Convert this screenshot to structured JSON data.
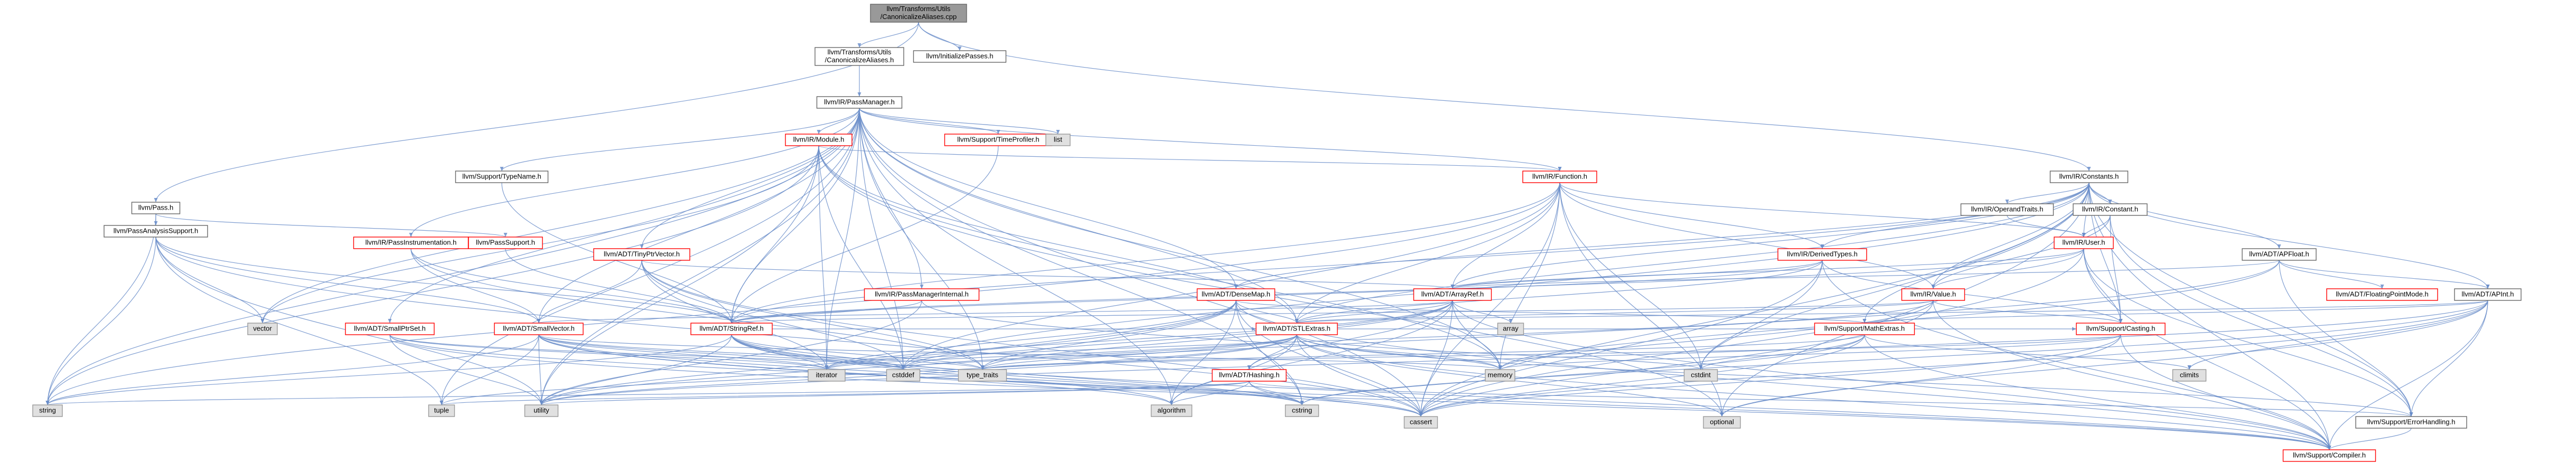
{
  "colors": {
    "root_fill": "#999999",
    "normal_fill": "#ffffff",
    "normal_stroke": "#666666",
    "red_stroke": "#ff0000",
    "gray_fill": "#e0e0e0",
    "gray_stroke": "#999999",
    "edge": "#6a8dc9"
  },
  "nodes": [
    {
      "id": "root",
      "lines": [
        "llvm/Transforms/Utils",
        "/CanonicalizeAliases.cpp"
      ],
      "style": "root"
    },
    {
      "id": "canonh",
      "lines": [
        "llvm/Transforms/Utils",
        "/CanonicalizeAliases.h"
      ],
      "style": "normal"
    },
    {
      "id": "initpasses",
      "lines": [
        "llvm/InitializePasses.h"
      ],
      "style": "normal"
    },
    {
      "id": "passmanager",
      "lines": [
        "llvm/IR/PassManager.h"
      ],
      "style": "normal"
    },
    {
      "id": "pass",
      "lines": [
        "llvm/Pass.h"
      ],
      "style": "normal"
    },
    {
      "id": "passanalysis",
      "lines": [
        "llvm/PassAnalysisSupport.h"
      ],
      "style": "normal"
    },
    {
      "id": "passsupport",
      "lines": [
        "llvm/PassSupport.h"
      ],
      "style": "red"
    },
    {
      "id": "passinstr",
      "lines": [
        "llvm/IR/PassInstrumentation.h"
      ],
      "style": "red"
    },
    {
      "id": "module",
      "lines": [
        "llvm/IR/Module.h"
      ],
      "style": "red"
    },
    {
      "id": "timeprofiler",
      "lines": [
        "llvm/Support/TimeProfiler.h"
      ],
      "style": "red"
    },
    {
      "id": "list",
      "lines": [
        "list"
      ],
      "style": "gray"
    },
    {
      "id": "function",
      "lines": [
        "llvm/IR/Function.h"
      ],
      "style": "red"
    },
    {
      "id": "typename",
      "lines": [
        "llvm/Support/TypeName.h"
      ],
      "style": "normal"
    },
    {
      "id": "tinyptrvector",
      "lines": [
        "llvm/ADT/TinyPtrVector.h"
      ],
      "style": "red"
    },
    {
      "id": "pminternal",
      "lines": [
        "llvm/IR/PassManagerInternal.h"
      ],
      "style": "red"
    },
    {
      "id": "densemap",
      "lines": [
        "llvm/ADT/DenseMap.h"
      ],
      "style": "red"
    },
    {
      "id": "smallptrset",
      "lines": [
        "llvm/ADT/SmallPtrSet.h"
      ],
      "style": "red"
    },
    {
      "id": "smallvector",
      "lines": [
        "llvm/ADT/SmallVector.h"
      ],
      "style": "red"
    },
    {
      "id": "stringref",
      "lines": [
        "llvm/ADT/StringRef.h"
      ],
      "style": "red"
    },
    {
      "id": "arrayref",
      "lines": [
        "llvm/ADT/ArrayRef.h"
      ],
      "style": "red"
    },
    {
      "id": "stlextras",
      "lines": [
        "llvm/ADT/STLExtras.h"
      ],
      "style": "red"
    },
    {
      "id": "hashing",
      "lines": [
        "llvm/ADT/Hashing.h"
      ],
      "style": "red"
    },
    {
      "id": "constants",
      "lines": [
        "llvm/IR/Constants.h"
      ],
      "style": "normal"
    },
    {
      "id": "operandtraits",
      "lines": [
        "llvm/IR/OperandTraits.h"
      ],
      "style": "normal"
    },
    {
      "id": "constant",
      "lines": [
        "llvm/IR/Constant.h"
      ],
      "style": "normal"
    },
    {
      "id": "user",
      "lines": [
        "llvm/IR/User.h"
      ],
      "style": "red"
    },
    {
      "id": "derivedtypes",
      "lines": [
        "llvm/IR/DerivedTypes.h"
      ],
      "style": "red"
    },
    {
      "id": "value",
      "lines": [
        "llvm/IR/Value.h"
      ],
      "style": "red"
    },
    {
      "id": "casting",
      "lines": [
        "llvm/Support/Casting.h"
      ],
      "style": "red"
    },
    {
      "id": "mathextras",
      "lines": [
        "llvm/Support/MathExtras.h"
      ],
      "style": "red"
    },
    {
      "id": "apfloat",
      "lines": [
        "llvm/ADT/APFloat.h"
      ],
      "style": "normal"
    },
    {
      "id": "fpmode",
      "lines": [
        "llvm/ADT/FloatingPointMode.h"
      ],
      "style": "red"
    },
    {
      "id": "apint",
      "lines": [
        "llvm/ADT/APInt.h"
      ],
      "style": "normal"
    },
    {
      "id": "errorhandling",
      "lines": [
        "llvm/Support/ErrorHandling.h"
      ],
      "style": "normal"
    },
    {
      "id": "compiler",
      "lines": [
        "llvm/Support/Compiler.h"
      ],
      "style": "red"
    },
    {
      "id": "vector",
      "lines": [
        "vector"
      ],
      "style": "gray"
    },
    {
      "id": "string",
      "lines": [
        "string"
      ],
      "style": "gray"
    },
    {
      "id": "tuple",
      "lines": [
        "tuple"
      ],
      "style": "gray"
    },
    {
      "id": "utility",
      "lines": [
        "utility"
      ],
      "style": "gray"
    },
    {
      "id": "iterator",
      "lines": [
        "iterator"
      ],
      "style": "gray"
    },
    {
      "id": "cstddef",
      "lines": [
        "cstddef"
      ],
      "style": "gray"
    },
    {
      "id": "typetraits",
      "lines": [
        "type_traits"
      ],
      "style": "gray"
    },
    {
      "id": "algorithm",
      "lines": [
        "algorithm"
      ],
      "style": "gray"
    },
    {
      "id": "cstring",
      "lines": [
        "cstring"
      ],
      "style": "gray"
    },
    {
      "id": "cassert",
      "lines": [
        "cassert"
      ],
      "style": "gray"
    },
    {
      "id": "memory",
      "lines": [
        "memory"
      ],
      "style": "gray"
    },
    {
      "id": "array",
      "lines": [
        "array"
      ],
      "style": "gray"
    },
    {
      "id": "cstdint",
      "lines": [
        "cstdint"
      ],
      "style": "gray"
    },
    {
      "id": "climits",
      "lines": [
        "climits"
      ],
      "style": "gray"
    },
    {
      "id": "optional",
      "lines": [
        "optional"
      ],
      "style": "gray"
    }
  ],
  "edges": [
    [
      "root",
      "canonh"
    ],
    [
      "root",
      "initpasses"
    ],
    [
      "root",
      "pass"
    ],
    [
      "root",
      "constants"
    ],
    [
      "canonh",
      "passmanager"
    ],
    [
      "passmanager",
      "module"
    ],
    [
      "passmanager",
      "timeprofiler"
    ],
    [
      "passmanager",
      "list"
    ],
    [
      "passmanager",
      "function"
    ],
    [
      "passmanager",
      "typename"
    ],
    [
      "passmanager",
      "tinyptrvector"
    ],
    [
      "passmanager",
      "pminternal"
    ],
    [
      "passmanager",
      "densemap"
    ],
    [
      "passmanager",
      "smallptrset"
    ],
    [
      "passmanager",
      "smallvector"
    ],
    [
      "passmanager",
      "stringref"
    ],
    [
      "passmanager",
      "stlextras"
    ],
    [
      "passmanager",
      "passinstr"
    ],
    [
      "passmanager",
      "vector"
    ],
    [
      "passmanager",
      "tuple"
    ],
    [
      "passmanager",
      "utility"
    ],
    [
      "passmanager",
      "cassert"
    ],
    [
      "passmanager",
      "memory"
    ],
    [
      "passmanager",
      "string"
    ],
    [
      "passmanager",
      "iterator"
    ],
    [
      "passmanager",
      "cstring"
    ],
    [
      "passmanager",
      "typetraits"
    ],
    [
      "passmanager",
      "cstddef"
    ],
    [
      "passmanager",
      "algorithm"
    ],
    [
      "pass",
      "passanalysis"
    ],
    [
      "pass",
      "passsupport"
    ],
    [
      "pass",
      "string"
    ],
    [
      "passanalysis",
      "vector"
    ],
    [
      "passanalysis",
      "smallvector"
    ],
    [
      "passanalysis",
      "stringref"
    ],
    [
      "passanalysis",
      "cassert"
    ],
    [
      "passanalysis",
      "tuple"
    ],
    [
      "passanalysis",
      "utility"
    ],
    [
      "passanalysis",
      "string"
    ],
    [
      "passsupport",
      "stringref"
    ],
    [
      "passinstr",
      "smallvector"
    ],
    [
      "passinstr",
      "stringref"
    ],
    [
      "passinstr",
      "typetraits"
    ],
    [
      "module",
      "function"
    ],
    [
      "module",
      "stringref"
    ],
    [
      "module",
      "stlextras"
    ],
    [
      "module",
      "vector"
    ],
    [
      "module",
      "string"
    ],
    [
      "module",
      "cstddef"
    ],
    [
      "module",
      "iterator"
    ],
    [
      "module",
      "memory"
    ],
    [
      "module",
      "optional"
    ],
    [
      "module",
      "utility"
    ],
    [
      "timeprofiler",
      "stringref"
    ],
    [
      "function",
      "derivedtypes"
    ],
    [
      "function",
      "value"
    ],
    [
      "function",
      "user"
    ],
    [
      "function",
      "stringref"
    ],
    [
      "function",
      "stlextras"
    ],
    [
      "function",
      "cassert"
    ],
    [
      "function",
      "cstddef"
    ],
    [
      "function",
      "cstdint"
    ],
    [
      "function",
      "memory"
    ],
    [
      "function",
      "string"
    ],
    [
      "function",
      "optional"
    ],
    [
      "function",
      "arrayref"
    ],
    [
      "typename",
      "stringref"
    ],
    [
      "tinyptrvector",
      "arrayref"
    ],
    [
      "tinyptrvector",
      "smallvector"
    ],
    [
      "tinyptrvector",
      "cassert"
    ],
    [
      "tinyptrvector",
      "cstddef"
    ],
    [
      "tinyptrvector",
      "iterator"
    ],
    [
      "tinyptrvector",
      "typetraits"
    ],
    [
      "pminternal",
      "stringref"
    ],
    [
      "pminternal",
      "memory"
    ],
    [
      "pminternal",
      "utility"
    ],
    [
      "densemap",
      "stlextras"
    ],
    [
      "densemap",
      "algorithm"
    ],
    [
      "densemap",
      "cassert"
    ],
    [
      "densemap",
      "cstddef"
    ],
    [
      "densemap",
      "cstring"
    ],
    [
      "densemap",
      "iterator"
    ],
    [
      "densemap",
      "typetraits"
    ],
    [
      "densemap",
      "utility"
    ],
    [
      "densemap",
      "compiler"
    ],
    [
      "densemap",
      "mathextras"
    ],
    [
      "smallptrset",
      "compiler"
    ],
    [
      "smallptrset",
      "cstddef"
    ],
    [
      "smallptrset",
      "cstring"
    ],
    [
      "smallptrset",
      "iterator"
    ],
    [
      "smallptrset",
      "utility"
    ],
    [
      "smallvector",
      "compiler"
    ],
    [
      "smallvector",
      "algorithm"
    ],
    [
      "smallvector",
      "cassert"
    ],
    [
      "smallvector",
      "cstddef"
    ],
    [
      "smallvector",
      "cstring"
    ],
    [
      "smallvector",
      "iterator"
    ],
    [
      "smallvector",
      "memory"
    ],
    [
      "smallvector",
      "string"
    ],
    [
      "smallvector",
      "tuple"
    ],
    [
      "smallvector",
      "typetraits"
    ],
    [
      "smallvector",
      "utility"
    ],
    [
      "stringref",
      "stlextras"
    ],
    [
      "stringref",
      "compiler"
    ],
    [
      "stringref",
      "algorithm"
    ],
    [
      "stringref",
      "cassert"
    ],
    [
      "stringref",
      "cstddef"
    ],
    [
      "stringref",
      "cstring"
    ],
    [
      "stringref",
      "iterator"
    ],
    [
      "stringref",
      "string"
    ],
    [
      "stringref",
      "typetraits"
    ],
    [
      "stringref",
      "utility"
    ],
    [
      "arrayref",
      "hashing"
    ],
    [
      "arrayref",
      "smallvector"
    ],
    [
      "arrayref",
      "stlextras"
    ],
    [
      "arrayref",
      "compiler"
    ],
    [
      "arrayref",
      "algorithm"
    ],
    [
      "arrayref",
      "array"
    ],
    [
      "arrayref",
      "cassert"
    ],
    [
      "arrayref",
      "cstddef"
    ],
    [
      "arrayref",
      "iterator"
    ],
    [
      "arrayref",
      "memory"
    ],
    [
      "arrayref",
      "typetraits"
    ],
    [
      "stlextras",
      "hashing"
    ],
    [
      "stlextras",
      "algorithm"
    ],
    [
      "stlextras",
      "cassert"
    ],
    [
      "stlextras",
      "cstddef"
    ],
    [
      "stlextras",
      "cstdint"
    ],
    [
      "stlextras",
      "iterator"
    ],
    [
      "stlextras",
      "memory"
    ],
    [
      "stlextras",
      "optional"
    ],
    [
      "stlextras",
      "tuple"
    ],
    [
      "stlextras",
      "typetraits"
    ],
    [
      "stlextras",
      "utility"
    ],
    [
      "stlextras",
      "errorhandling"
    ],
    [
      "stlextras",
      "casting"
    ],
    [
      "stlextras",
      "compiler"
    ],
    [
      "hashing",
      "errorhandling"
    ],
    [
      "hashing",
      "algorithm"
    ],
    [
      "hashing",
      "cassert"
    ],
    [
      "hashing",
      "cstring"
    ],
    [
      "hashing",
      "string"
    ],
    [
      "hashing",
      "tuple"
    ],
    [
      "hashing",
      "utility"
    ],
    [
      "constants",
      "operandtraits"
    ],
    [
      "constants",
      "constant"
    ],
    [
      "constants",
      "user"
    ],
    [
      "constants",
      "derivedtypes"
    ],
    [
      "constants",
      "value"
    ],
    [
      "constants",
      "casting"
    ],
    [
      "constants",
      "compiler"
    ],
    [
      "constants",
      "errorhandling"
    ],
    [
      "constants",
      "apfloat"
    ],
    [
      "constants",
      "apint"
    ],
    [
      "constants",
      "arrayref"
    ],
    [
      "constants",
      "stlextras"
    ],
    [
      "constants",
      "stringref"
    ],
    [
      "constants",
      "cassert"
    ],
    [
      "constants",
      "cstddef"
    ],
    [
      "constants",
      "cstdint"
    ],
    [
      "constants",
      "optional"
    ],
    [
      "constants",
      "densemap"
    ],
    [
      "constants",
      "mathextras"
    ],
    [
      "operandtraits",
      "user"
    ],
    [
      "constant",
      "user"
    ],
    [
      "constant",
      "value"
    ],
    [
      "constant",
      "casting"
    ],
    [
      "constant",
      "errorhandling"
    ],
    [
      "user",
      "value"
    ],
    [
      "user",
      "casting"
    ],
    [
      "user",
      "compiler"
    ],
    [
      "user",
      "errorhandling"
    ],
    [
      "user",
      "cassert"
    ],
    [
      "user",
      "stringref"
    ],
    [
      "user",
      "arrayref"
    ],
    [
      "derivedtypes",
      "arrayref"
    ],
    [
      "derivedtypes",
      "stlextras"
    ],
    [
      "derivedtypes",
      "stringref"
    ],
    [
      "derivedtypes",
      "casting"
    ],
    [
      "derivedtypes",
      "compiler"
    ],
    [
      "derivedtypes",
      "cassert"
    ],
    [
      "derivedtypes",
      "cstdint"
    ],
    [
      "value",
      "stringref"
    ],
    [
      "value",
      "casting"
    ],
    [
      "value",
      "compiler"
    ],
    [
      "value",
      "cassert"
    ],
    [
      "value",
      "iterator"
    ],
    [
      "value",
      "memory"
    ],
    [
      "value",
      "stlextras"
    ],
    [
      "casting",
      "compiler"
    ],
    [
      "casting",
      "cassert"
    ],
    [
      "casting",
      "memory"
    ],
    [
      "casting",
      "optional"
    ],
    [
      "casting",
      "typetraits"
    ],
    [
      "mathextras",
      "compiler"
    ],
    [
      "mathextras",
      "cassert"
    ],
    [
      "mathextras",
      "climits"
    ],
    [
      "mathextras",
      "cstdint"
    ],
    [
      "mathextras",
      "cstring"
    ],
    [
      "mathextras",
      "limits"
    ],
    [
      "mathextras",
      "typetraits"
    ],
    [
      "apfloat",
      "apint"
    ],
    [
      "apfloat",
      "fpmode"
    ],
    [
      "apfloat",
      "arrayref"
    ],
    [
      "apfloat",
      "errorhandling"
    ],
    [
      "apfloat",
      "memory"
    ],
    [
      "apfloat",
      "utility"
    ],
    [
      "apint",
      "compiler"
    ],
    [
      "apint",
      "mathextras"
    ],
    [
      "apint",
      "errorhandling"
    ],
    [
      "apint",
      "cassert"
    ],
    [
      "apint",
      "climits"
    ],
    [
      "apint",
      "cstring"
    ],
    [
      "apint",
      "optional"
    ],
    [
      "apint",
      "utility"
    ],
    [
      "apint",
      "stlextras"
    ],
    [
      "errorhandling",
      "compiler"
    ]
  ]
}
